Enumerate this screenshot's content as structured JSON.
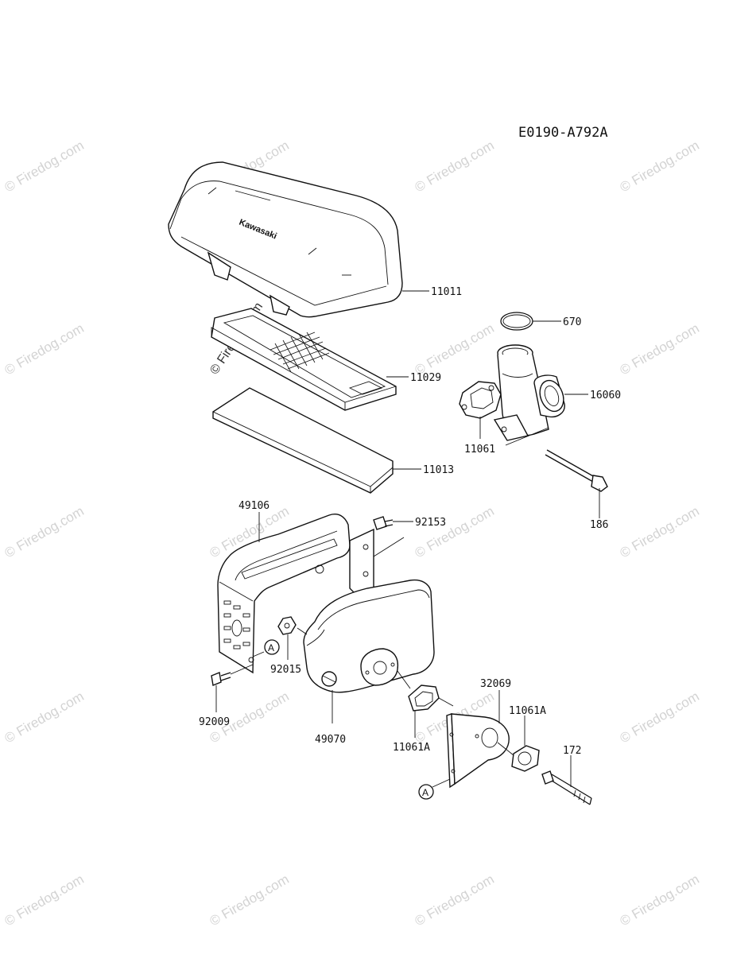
{
  "diagram": {
    "code": "E0190-A792A",
    "brand_mark": "Kawasaki",
    "watermark_text": "© Firedog.com",
    "ref_marker": "A",
    "part_numbers": {
      "p11011": "11011",
      "p670": "670",
      "p11029": "11029",
      "p16060": "16060",
      "p11061": "11061",
      "p11013": "11013",
      "p186": "186",
      "p49106": "49106",
      "p92153": "92153",
      "p92015": "92015",
      "p92009": "92009",
      "p49070": "49070",
      "p32069": "32069",
      "p11061A_left": "11061A",
      "p11061A_right": "11061A",
      "p172": "172"
    }
  }
}
